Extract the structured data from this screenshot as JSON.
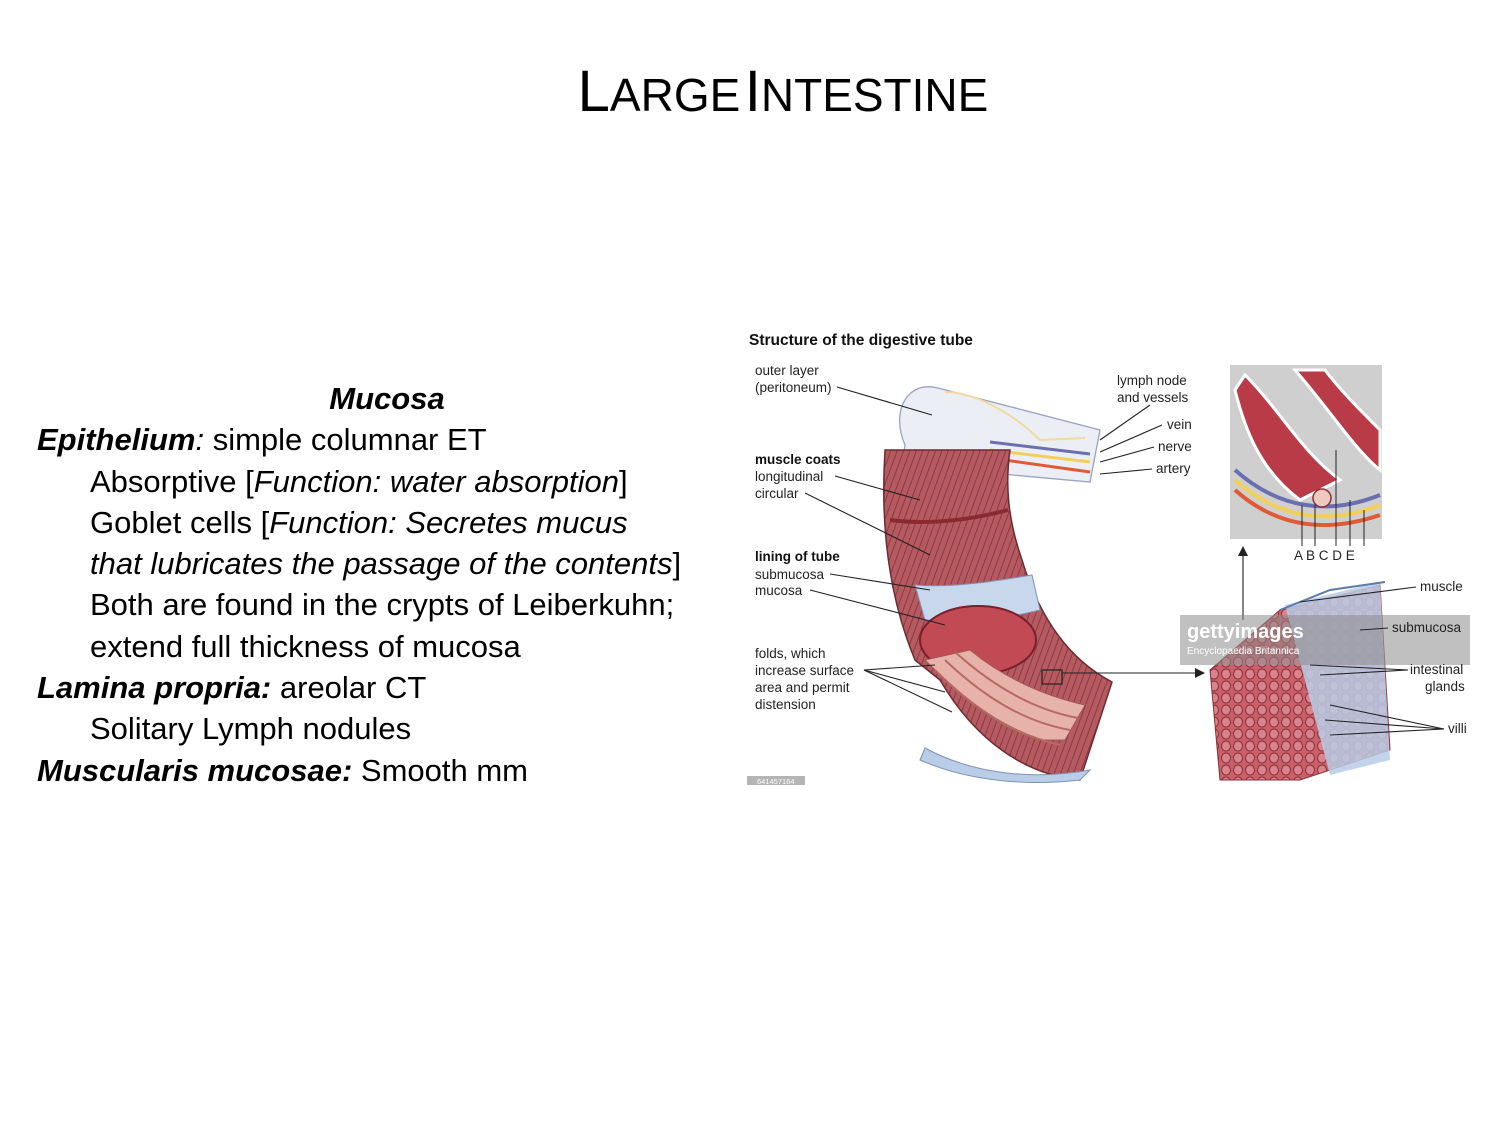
{
  "title": {
    "cap1": "L",
    "rest1": "ARGE",
    "cap2": "I",
    "rest2": "NTESTINE"
  },
  "notes": {
    "heading": "Mucosa",
    "epi_label": "Epithelium",
    "epi_colon": ":",
    "epi_text": " simple columnar ET",
    "absorptive": "Absorptive [",
    "absorptive_fn": "Function: water absorption",
    "absorptive_end": "]",
    "goblet": "Goblet cells [",
    "goblet_fn1": "Function: Secretes mucus",
    "goblet_fn2": "that lubricates the passage of the contents",
    "goblet_end": "]",
    "crypts1": "Both are found in the crypts of Leiberkuhn;",
    "crypts2": "extend full thickness of mucosa",
    "lamina_label": "Lamina propria:",
    "lamina_text": " areolar CT",
    "lymph": "Solitary Lymph nodules",
    "muscularis_label": "Muscularis mucosae:",
    "muscularis_text": " Smooth mm"
  },
  "figure": {
    "title": "Structure of the digestive tube",
    "labels": {
      "outer1": "outer layer",
      "outer2": "(peritoneum)",
      "muscle_coats": "muscle coats",
      "longitudinal": "longitudinal",
      "circular": "circular",
      "lining": "lining of tube",
      "submucosa": "submucosa",
      "mucosa": "mucosa",
      "folds1": "folds, which",
      "folds2": "increase surface",
      "folds3": "area and permit",
      "folds4": "distension",
      "lymph1": "lymph node",
      "lymph2": "and vessels",
      "vein": "vein",
      "nerve": "nerve",
      "artery": "artery",
      "abcde": "A B   C D E",
      "r_muscle": "muscle",
      "r_submucosa": "submucosa",
      "r_glands1": "intestinal",
      "r_glands2": "glands",
      "r_villi": "villi"
    },
    "watermark": "gettyimages",
    "watermark_sub": "Encyclopaedia Britannica",
    "image_id": "641457164"
  },
  "colors": {
    "muscle": "#a5474e",
    "mucosa_red": "#c24a55",
    "submucosa_blue": "#b9cde6",
    "peritoneum": "#eceef6",
    "vein": "#6a6fb0",
    "nerve": "#f2cf5a",
    "artery": "#e05a35"
  }
}
